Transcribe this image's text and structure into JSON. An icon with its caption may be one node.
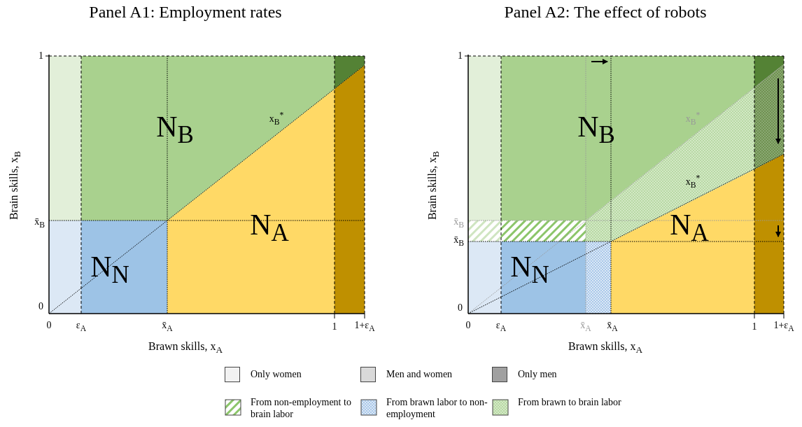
{
  "diagram": {
    "labels": [
      "Panel A1: Employment rates",
      "Panel A2: The effect of robots",
      "1",
      "x̄$_{B}$",
      "0",
      "Brain skills, x$_{B}$",
      "N$_{B}$",
      "x$_{B}$$^{*}$",
      "N$_{A}$",
      "N$_{N}$",
      "0",
      "ε$_{A}$",
      "x̄$_{A}$",
      "1",
      "1+ε$_{A}$",
      "Brawn skills, x$_{A}$",
      "1",
      "x̄$_{B}$",
      "x̄$_{B}$",
      "0",
      "Brain skills, x$_{B}$",
      "N$_{B}$",
      "x$_{B}$$^{*}$",
      "x$_{B}$$^{*}$",
      "N$_{A}$",
      "N$_{N}$",
      "0",
      "ε$_{A}$",
      "x̄$_{A}$",
      "x̄$_{A}$",
      "1",
      "1+ε$_{A}$",
      "Brawn skills, x$_{A}$"
    ],
    "legend": [
      {
        "text": "Only women",
        "color": "#f2f2f2"
      },
      {
        "text": "Men and women",
        "color": "#d9d9d9"
      },
      {
        "text": "Only men",
        "color": "#a0a0a0"
      },
      {
        "text": "From non-employment to brain labor"
      },
      {
        "text": "From brawn labor to non-employment"
      },
      {
        "text": "From brawn to brain labor"
      }
    ]
  }
}
